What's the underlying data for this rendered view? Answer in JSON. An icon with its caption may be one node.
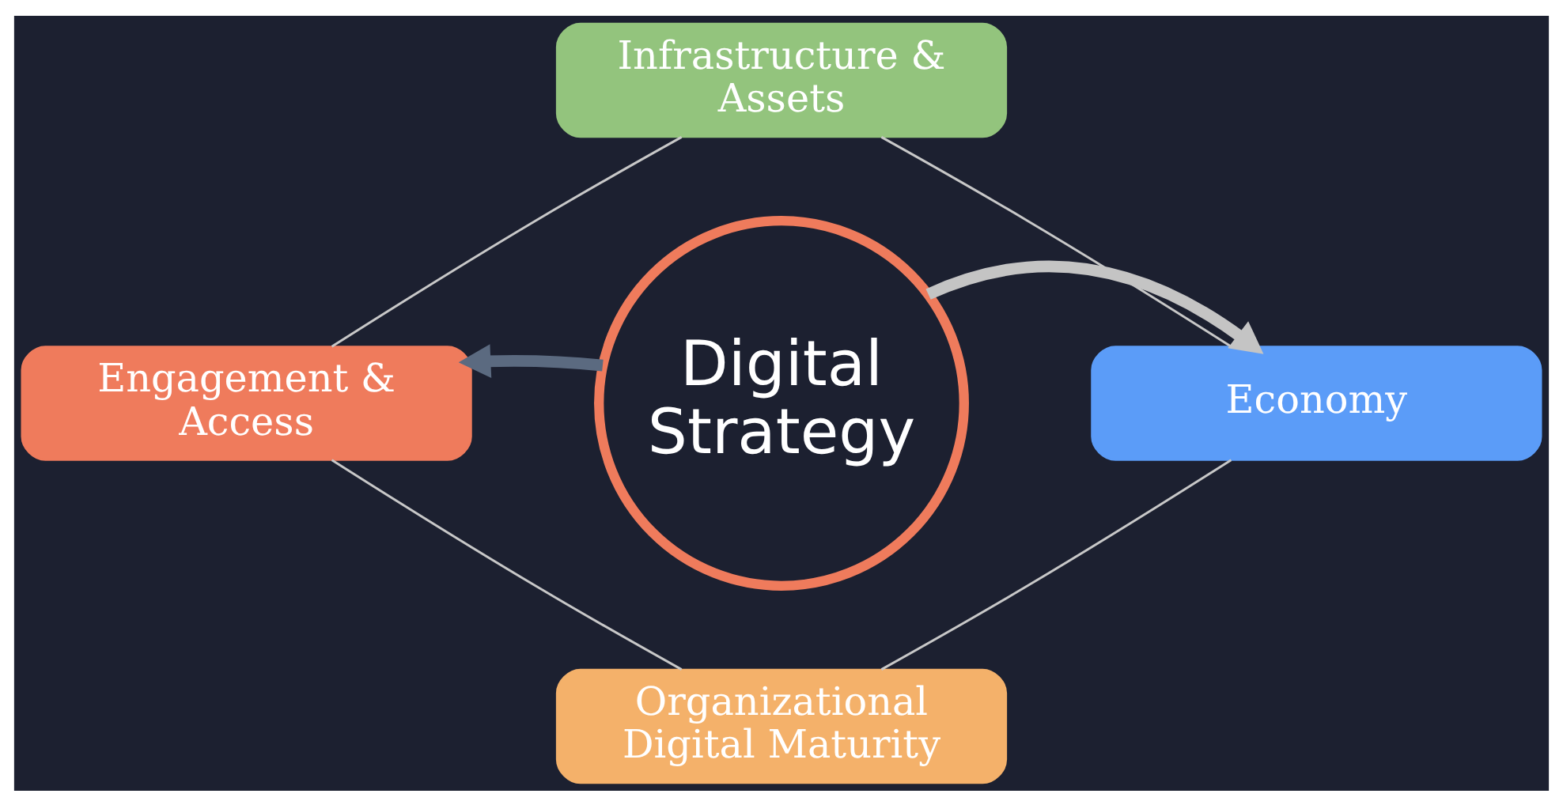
{
  "diagram": {
    "nodes": [
      {
        "text": [
          "Infrastructure & Assets"
        ]
      },
      {
        "text": [
          "Engagement & Access"
        ]
      },
      {
        "text": [
          "Digital Strategy"
        ]
      },
      {
        "text": [
          "Economy"
        ]
      },
      {
        "text": [
          "Organizational Digital Maturity"
        ]
      }
    ],
    "edges": [
      {
        "from": 2,
        "to": 1,
        "arrow": "to",
        "style": "thick",
        "color": "#5b6a80"
      },
      {
        "from": 2,
        "to": 3,
        "arrow": "to",
        "style": "thick",
        "color": "#c4c4c4"
      },
      {
        "from": 0,
        "to": 3,
        "arrow": "none"
      },
      {
        "from": 3,
        "to": 4,
        "arrow": "none"
      },
      {
        "from": 4,
        "to": 1,
        "arrow": "none"
      },
      {
        "from": 1,
        "to": 0,
        "arrow": "none"
      }
    ]
  }
}
